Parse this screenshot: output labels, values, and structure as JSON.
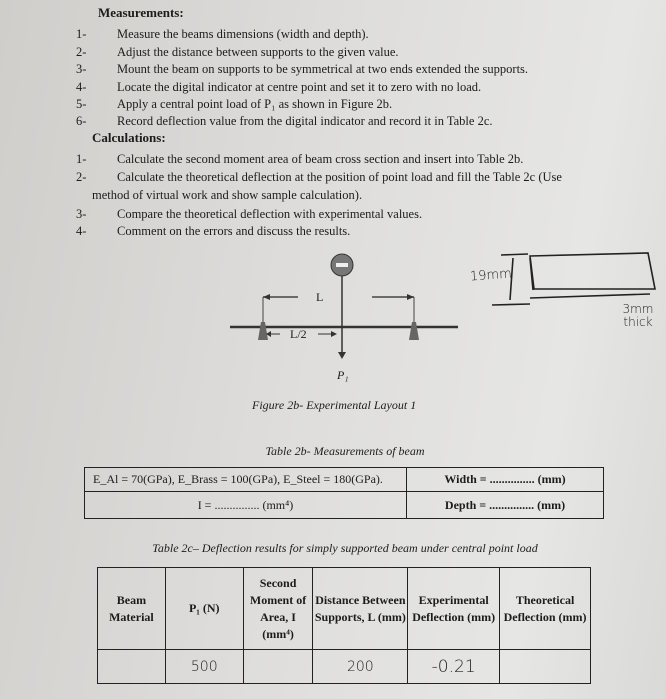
{
  "measurements": {
    "heading": "Measurements:",
    "items": [
      {
        "num": "1-",
        "text": "Measure the beams dimensions (width and depth)."
      },
      {
        "num": "2-",
        "text": "Adjust the distance between supports to the given value."
      },
      {
        "num": "3-",
        "text": "Mount the beam on supports to be symmetrical at two ends extended the supports."
      },
      {
        "num": "4-",
        "text": "Locate the digital indicator at centre point and set it to zero with no load."
      },
      {
        "num": "5-",
        "text": "Apply a central point load of P₁ as shown in Figure 2b."
      },
      {
        "num": "6-",
        "text": "Record deflection value from the digital indicator and record it in Table 2c."
      }
    ]
  },
  "calculations": {
    "heading": "Calculations:",
    "items": [
      {
        "num": "1-",
        "text": "Calculate the second moment area of beam cross section and insert into Table 2b."
      },
      {
        "num": "2-",
        "text": "Calculate the theoretical deflection at the position of point load and fill the Table 2c (Use",
        "cont": "method of virtual work and show sample calculation)."
      },
      {
        "num": "3-",
        "text": "Compare the theoretical deflection with experimental values."
      },
      {
        "num": "4-",
        "text": "Comment on the errors and discuss the results."
      }
    ]
  },
  "figure": {
    "label_L": "L",
    "label_half": "L/2",
    "label_load": "P₁",
    "caption": "Figure 2b- Experimental Layout 1"
  },
  "sketch": {
    "height_note": "19mm",
    "thick_note": "3mm thick"
  },
  "table2b": {
    "title": "Table 2b- Measurements of beam",
    "moduli": "E_Al = 70(GPa), E_Brass = 100(GPa), E_Steel = 180(GPa).",
    "inertia": "I = ............... (mm⁴)",
    "width": "Width = ............... (mm)",
    "depth": "Depth = ............... (mm)"
  },
  "table2c": {
    "title": "Table 2c– Deflection results for simply supported beam under central point load",
    "headers": [
      "Beam Material",
      "P₁ (N)",
      "Second Moment of Area, I (mm⁴)",
      "Distance Between Supports, L (mm)",
      "Experimental Deflection (mm)",
      "Theoretical Deflection (mm)"
    ],
    "row": [
      "",
      "500",
      "",
      "200",
      "-0.21",
      ""
    ]
  }
}
